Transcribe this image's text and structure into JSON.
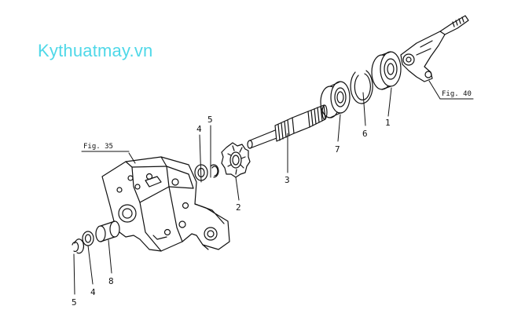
{
  "watermark": "Kythuatmay.vn",
  "figure_refs": [
    {
      "id": "fig35",
      "label": "Fig. 35"
    },
    {
      "id": "fig40",
      "label": "Fig. 40"
    }
  ],
  "callouts": [
    {
      "id": "c1",
      "number": "1"
    },
    {
      "id": "c2",
      "number": "2"
    },
    {
      "id": "c3",
      "number": "3"
    },
    {
      "id": "c4a",
      "number": "4"
    },
    {
      "id": "c4b",
      "number": "4"
    },
    {
      "id": "c5a",
      "number": "5"
    },
    {
      "id": "c5b",
      "number": "5"
    },
    {
      "id": "c6",
      "number": "6"
    },
    {
      "id": "c7",
      "number": "7"
    },
    {
      "id": "c8",
      "number": "8"
    }
  ],
  "colors": {
    "line": "#111111",
    "watermark": "#4fd8e8",
    "background": "#ffffff"
  }
}
